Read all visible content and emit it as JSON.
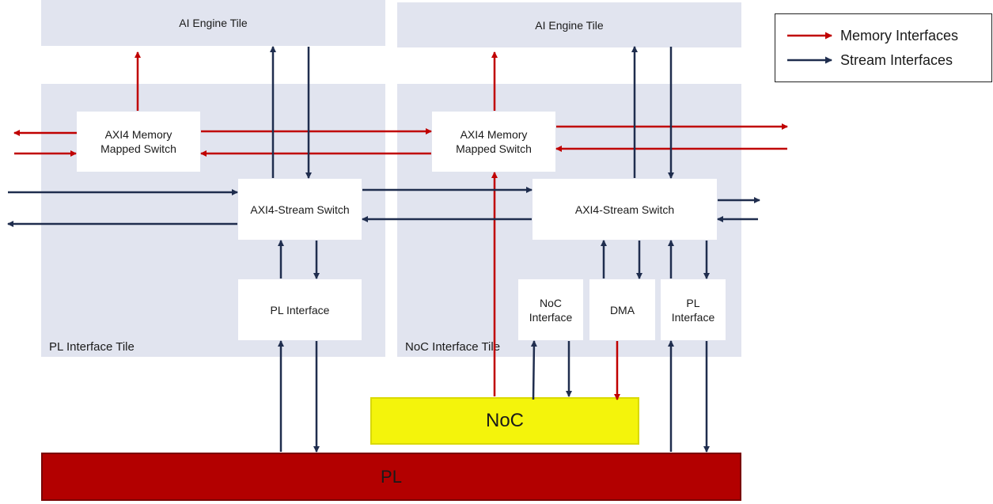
{
  "tiles": {
    "ai_engine_tile_left": "AI Engine Tile",
    "ai_engine_tile_right": "AI Engine Tile",
    "pl_interface_tile": "PL Interface Tile",
    "noc_interface_tile": "NoC Interface Tile"
  },
  "blocks": {
    "axi4_mm_switch_left": "AXI4 Memory\nMapped Switch",
    "axi4_mm_switch_right": "AXI4 Memory\nMapped Switch",
    "axi4_stream_switch_left": "AXI4-Stream Switch",
    "axi4_stream_switch_right": "AXI4-Stream Switch",
    "pl_interface_left": "PL Interface",
    "noc_interface": "NoC\nInterface",
    "dma": "DMA",
    "pl_interface_right": "PL\nInterface",
    "noc": "NoC",
    "pl": "PL"
  },
  "legend": {
    "memory": "Memory Interfaces",
    "stream": "Stream Interfaces"
  },
  "colors": {
    "memory_arrow": "#c00000",
    "stream_arrow": "#1f2d4e",
    "tile_background": "#e1e4ef",
    "noc_fill": "#f4f40b",
    "pl_fill": "#b30000"
  }
}
